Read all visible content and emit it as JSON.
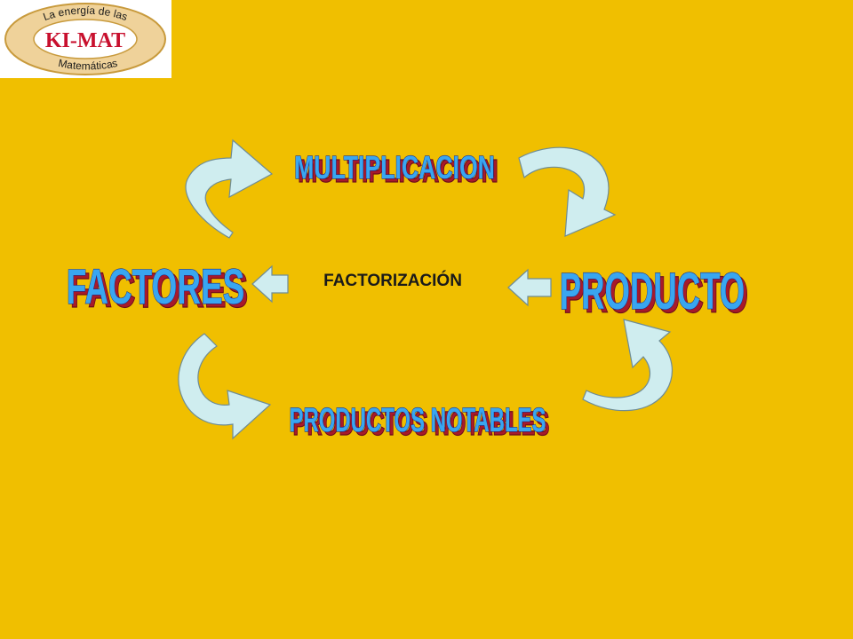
{
  "logo": {
    "top_text": "La energía de las",
    "name": "KI-MAT",
    "bottom_text": "Matemáticas"
  },
  "diagram": {
    "top": "MULTIPLICACION",
    "left": "FACTORES",
    "right": "PRODUCTO",
    "bottom": "PRODUCTOS NOTABLES",
    "center": "FACTORIZACIÓN"
  },
  "colors": {
    "background": "#F0BF00",
    "wordart_fill": "#39A6F0",
    "wordart_shadow": "#A81A2A",
    "arrow_fill": "#CFEDEF"
  }
}
